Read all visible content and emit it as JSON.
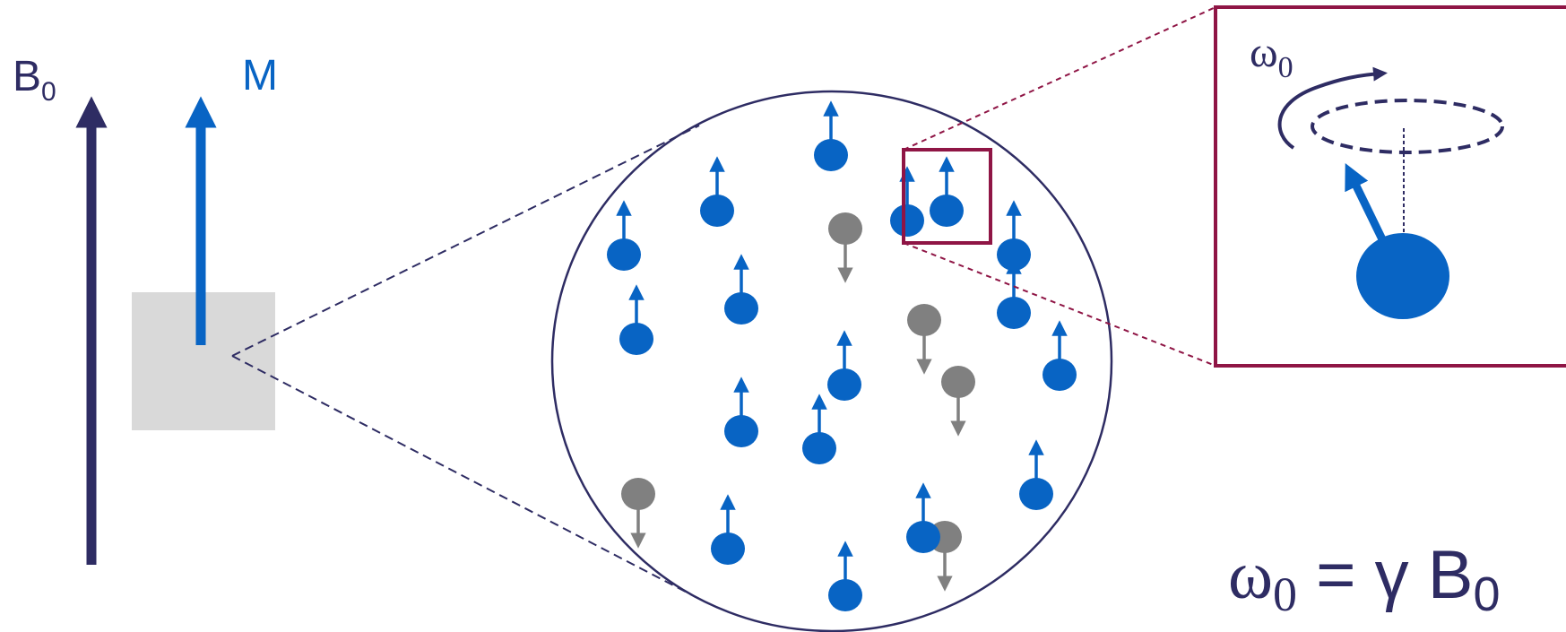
{
  "labels": {
    "b0_symbol": "B",
    "b0_sub": "0",
    "m_label": "M",
    "omega_symbol": "ω",
    "omega_sub": "0",
    "eq_omega": "ω",
    "eq_omega_sub": "0",
    "eq_middle": " = γ ",
    "eq_b": "B",
    "eq_b_sub": "0"
  },
  "colors": {
    "navy": "#2e2c63",
    "blue": "#0864c4",
    "gray": "#808080",
    "sample_gray": "#d9d9d9",
    "crimson": "#8f1545"
  },
  "spins": [
    {
      "dir": "up"
    },
    {
      "dir": "up"
    },
    {
      "dir": "down"
    },
    {
      "dir": "up"
    },
    {
      "dir": "up"
    },
    {
      "dir": "up"
    },
    {
      "dir": "up"
    },
    {
      "dir": "down"
    },
    {
      "dir": "up"
    },
    {
      "dir": "up"
    },
    {
      "dir": "down"
    },
    {
      "dir": "up"
    },
    {
      "dir": "up"
    },
    {
      "dir": "up"
    },
    {
      "dir": "down"
    },
    {
      "dir": "up"
    },
    {
      "dir": "up"
    },
    {
      "dir": "down"
    },
    {
      "dir": "up"
    },
    {
      "dir": "up"
    },
    {
      "dir": "up"
    },
    {
      "dir": "up"
    }
  ],
  "counts": {
    "spins_up": 17,
    "spins_down": 5
  }
}
